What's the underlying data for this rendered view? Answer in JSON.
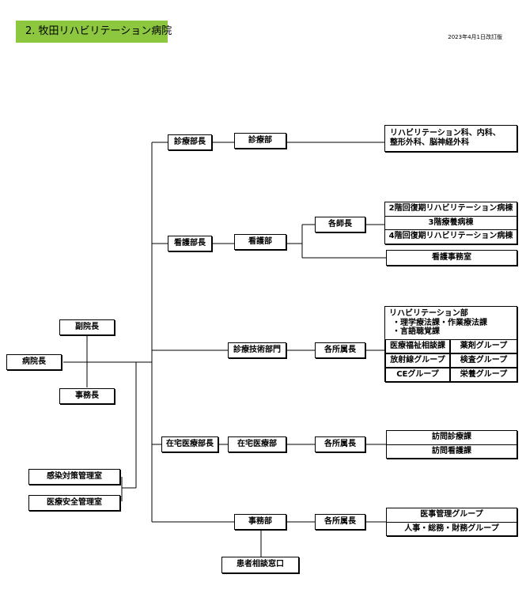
{
  "header": {
    "title": "2. 牧田リハビリテーション病院",
    "edition": "2023年4月1日改訂版"
  },
  "org": {
    "director": "病院長",
    "vice_director": "副院長",
    "admin_director": "事務長",
    "infection_control": "感染対策管理室",
    "medical_safety": "医療安全管理室",
    "clinical": {
      "head": "診療部長",
      "dept": "診療部",
      "specialties_line1": "リハビリテーション科、内科、",
      "specialties_line2": "整形外科、脳神経外科"
    },
    "nursing": {
      "head": "看護部長",
      "dept": "看護部",
      "chief": "各師長",
      "wards": [
        "2階回復期リハビリテーション病棟",
        "3階療養病棟",
        "4階回復期リハビリテーション病棟"
      ],
      "office": "看護事務室"
    },
    "technical": {
      "dept": "診療技術部門",
      "chief": "各所属長",
      "rehab_title": "リハビリテーション部",
      "rehab_sub1": "・理学療法課・作業療法課",
      "rehab_sub2": "・言語聴覚課",
      "groups": [
        "医療福祉相談課",
        "薬剤グループ",
        "放射線グループ",
        "検査グループ",
        "CEグループ",
        "栄養グループ"
      ]
    },
    "home_care": {
      "head": "在宅医療部長",
      "dept": "在宅医療部",
      "chief": "各所属長",
      "units": [
        "訪問診療課",
        "訪問看護課"
      ]
    },
    "administration": {
      "dept": "事務部",
      "chief": "各所属長",
      "units": [
        "医事管理グループ",
        "人事・総務・財務グループ"
      ],
      "consultation": "患者相談窓口"
    }
  }
}
